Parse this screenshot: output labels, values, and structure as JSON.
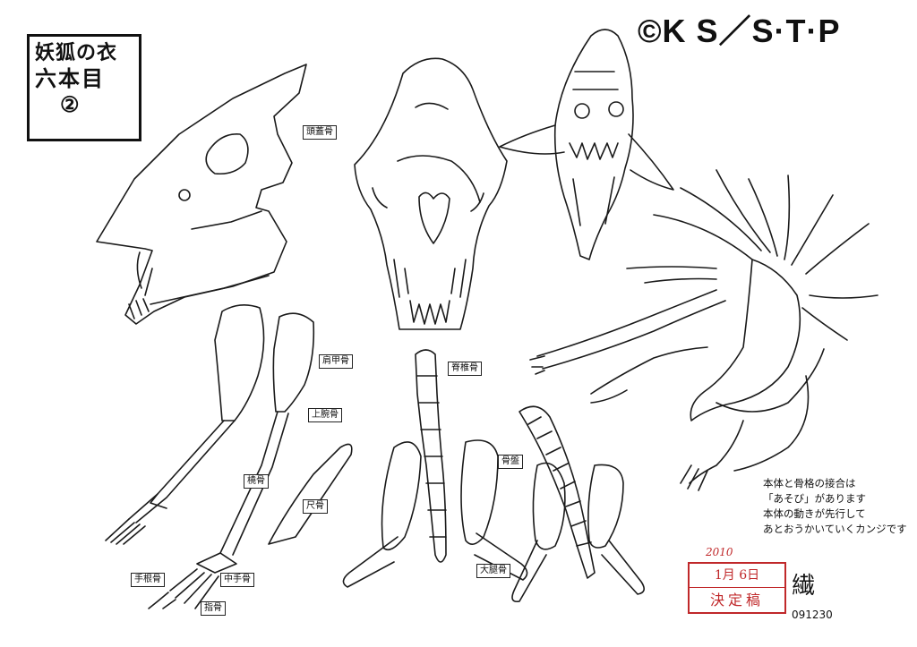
{
  "copyright": "©K S／S·T·P",
  "title": {
    "line1": "妖狐の衣",
    "line2": "六本目",
    "line3": "②"
  },
  "labels": {
    "skull": "頭蓋骨",
    "scapula": "肩甲骨",
    "upper_arm": "上腕骨",
    "radius": "橈骨",
    "ulna": "尺骨",
    "spine": "脊椎骨",
    "pelvis": "骨盤",
    "femur": "大腿骨",
    "wrist": "手根骨",
    "metacarpal": "中手骨",
    "finger": "指骨"
  },
  "note": {
    "line1": "本体と骨格の接合は",
    "line2": "「あそび」があります",
    "line3": "本体の動きが先行して",
    "line4": "あとおうかいていくカンジです"
  },
  "stamp": {
    "year": "2010",
    "date": "1月 6日",
    "status": "決定稿"
  },
  "signature": "繊",
  "code": "091230",
  "colors": {
    "ink": "#1a1a1a",
    "stamp_red": "#c0282a",
    "paper": "#ffffff"
  }
}
